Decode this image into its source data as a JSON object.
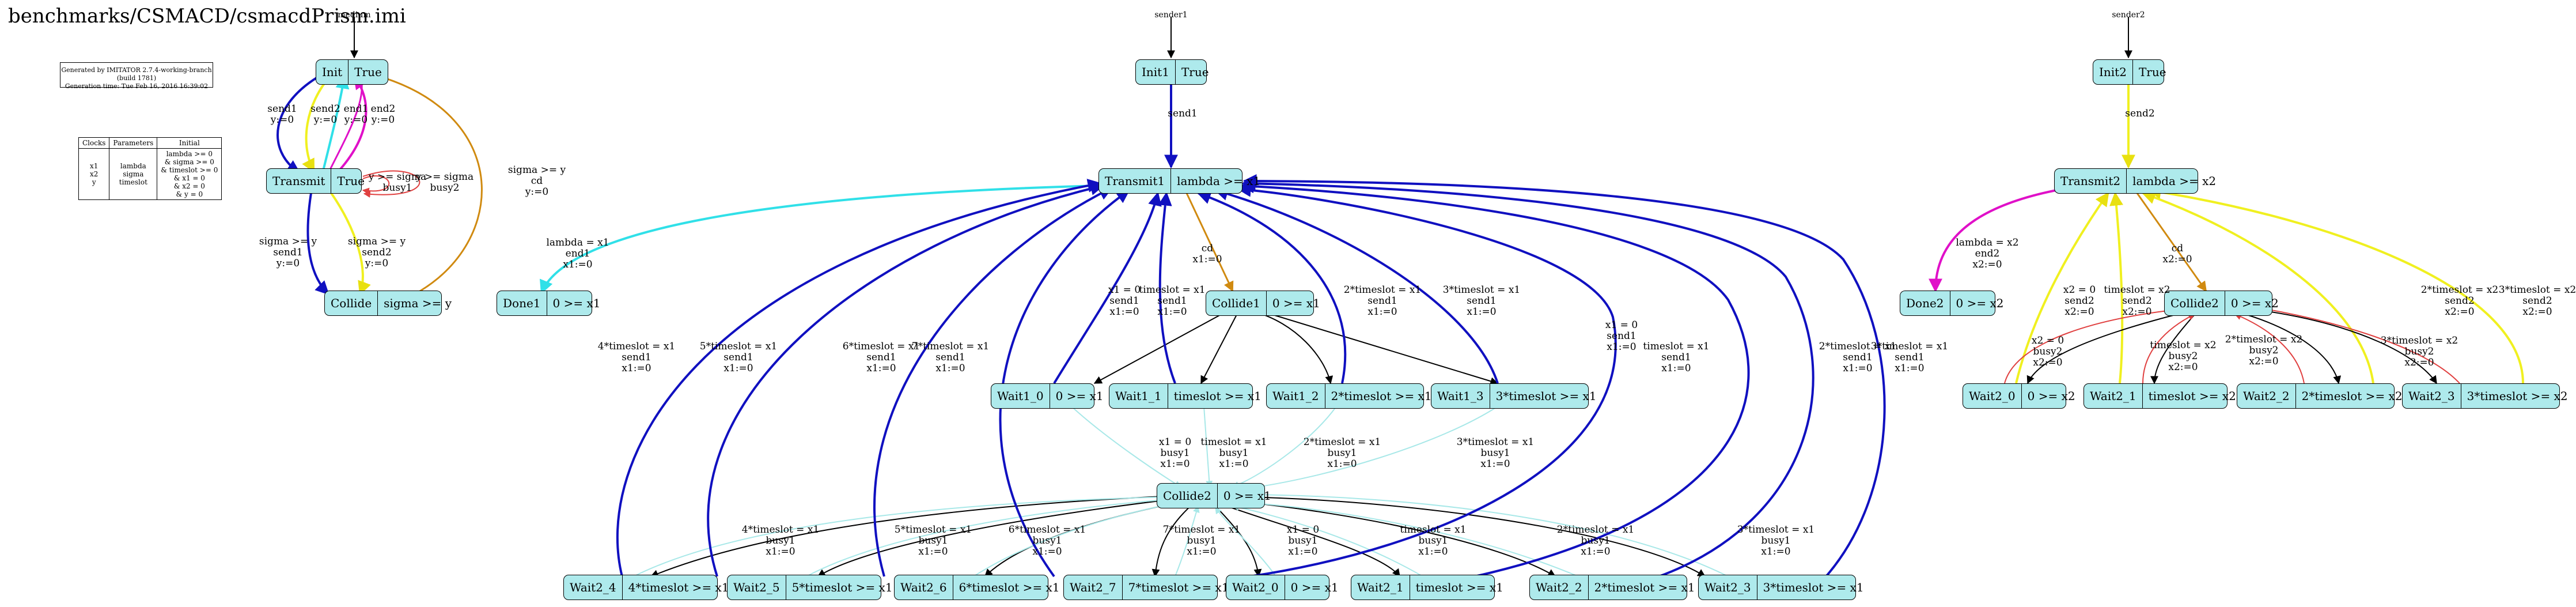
{
  "title": "benchmarks/CSMACD/csmacdPrism.imi",
  "generated": {
    "line1": "Generated by IMITATOR 2.7.4-working-branch (build 1781)",
    "line2": "Generation time: Tue Feb 16, 2016 16:39:02"
  },
  "vars_table": {
    "headers": [
      "Clocks",
      "Parameters",
      "Initial"
    ],
    "clocks": "x1\nx2\ny",
    "parameters": "lambda\nsigma\ntimeslot",
    "initial": "lambda >= 0\n& sigma >= 0\n& timeslot >= 0\n& x1 = 0\n& x2 = 0\n& y = 0"
  },
  "automata": [
    {
      "id": "medium",
      "label": "medium"
    },
    {
      "id": "sender1",
      "label": "sender1"
    },
    {
      "id": "sender2",
      "label": "sender2"
    }
  ],
  "states": [
    {
      "id": "m_init",
      "name": "Init",
      "inv": "True"
    },
    {
      "id": "m_transmit",
      "name": "Transmit",
      "inv": "True"
    },
    {
      "id": "m_collide",
      "name": "Collide",
      "inv": "sigma >= y"
    },
    {
      "id": "s1_init",
      "name": "Init1",
      "inv": "True"
    },
    {
      "id": "s1_transmit",
      "name": "Transmit1",
      "inv": "lambda >= x1"
    },
    {
      "id": "s1_done",
      "name": "Done1",
      "inv": "0 >= x1"
    },
    {
      "id": "s1_collide1",
      "name": "Collide1",
      "inv": "0 >= x1"
    },
    {
      "id": "s1_w1_0",
      "name": "Wait1_0",
      "inv": "0 >= x1"
    },
    {
      "id": "s1_w1_1",
      "name": "Wait1_1",
      "inv": "timeslot >= x1"
    },
    {
      "id": "s1_w1_2",
      "name": "Wait1_2",
      "inv": "2*timeslot >= x1"
    },
    {
      "id": "s1_w1_3",
      "name": "Wait1_3",
      "inv": "3*timeslot >= x1"
    },
    {
      "id": "s1_collide2",
      "name": "Collide2",
      "inv": "0 >= x1"
    },
    {
      "id": "s1_w2_4",
      "name": "Wait2_4",
      "inv": "4*timeslot >= x1"
    },
    {
      "id": "s1_w2_5",
      "name": "Wait2_5",
      "inv": "5*timeslot >= x1"
    },
    {
      "id": "s1_w2_6",
      "name": "Wait2_6",
      "inv": "6*timeslot >= x1"
    },
    {
      "id": "s1_w2_7",
      "name": "Wait2_7",
      "inv": "7*timeslot >= x1"
    },
    {
      "id": "s1_w2_0",
      "name": "Wait2_0",
      "inv": "0 >= x1"
    },
    {
      "id": "s1_w2_1",
      "name": "Wait2_1",
      "inv": "timeslot >= x1"
    },
    {
      "id": "s1_w2_2",
      "name": "Wait2_2",
      "inv": "2*timeslot >= x1"
    },
    {
      "id": "s1_w2_3",
      "name": "Wait2_3",
      "inv": "3*timeslot >= x1"
    },
    {
      "id": "s2_init",
      "name": "Init2",
      "inv": "True"
    },
    {
      "id": "s2_transmit",
      "name": "Transmit2",
      "inv": "lambda >= x2"
    },
    {
      "id": "s2_done",
      "name": "Done2",
      "inv": "0 >= x2"
    },
    {
      "id": "s2_collide2",
      "name": "Collide2",
      "inv": "0 >= x2"
    },
    {
      "id": "s2_w2_0",
      "name": "Wait2_0",
      "inv": "0 >= x2"
    },
    {
      "id": "s2_w2_1",
      "name": "Wait2_1",
      "inv": "timeslot >= x2"
    },
    {
      "id": "s2_w2_2",
      "name": "Wait2_2",
      "inv": "2*timeslot >= x2"
    },
    {
      "id": "s2_w2_3",
      "name": "Wait2_3",
      "inv": "3*timeslot >= x2"
    }
  ],
  "edge_labels": [
    {
      "id": "l_m1",
      "text": "send1\ny:=0"
    },
    {
      "id": "l_m2",
      "text": "send2\ny:=0"
    },
    {
      "id": "l_m3",
      "text": "end1\ny:=0"
    },
    {
      "id": "l_m4",
      "text": "end2\ny:=0"
    },
    {
      "id": "l_m5",
      "text": "y >= sigma\nbusy1"
    },
    {
      "id": "l_m6",
      "text": "y >= sigma\nbusy2"
    },
    {
      "id": "l_m7",
      "text": "sigma >= y\nsend1\ny:=0"
    },
    {
      "id": "l_m8",
      "text": "sigma >= y\nsend2\ny:=0"
    },
    {
      "id": "l_m9",
      "text": "sigma >= y\ncd\ny:=0"
    },
    {
      "id": "l_s1_send",
      "text": "send1"
    },
    {
      "id": "l_s1_end",
      "text": "lambda = x1\nend1\nx1:=0"
    },
    {
      "id": "l_s1_cd",
      "text": "cd\nx1:=0"
    },
    {
      "id": "l_s1_w10",
      "text": "x1 = 0\nsend1\nx1:=0"
    },
    {
      "id": "l_s1_w11",
      "text": "timeslot = x1\nsend1\nx1:=0"
    },
    {
      "id": "l_s1_w12",
      "text": "2*timeslot = x1\nsend1\nx1:=0"
    },
    {
      "id": "l_s1_w13",
      "text": "3*timeslot = x1\nsend1\nx1:=0"
    },
    {
      "id": "l_s1_b0",
      "text": "x1 = 0\nbusy1\nx1:=0"
    },
    {
      "id": "l_s1_b1",
      "text": "timeslot = x1\nbusy1\nx1:=0"
    },
    {
      "id": "l_s1_b2",
      "text": "2*timeslot = x1\nbusy1\nx1:=0"
    },
    {
      "id": "l_s1_b3",
      "text": "3*timeslot = x1\nbusy1\nx1:=0"
    },
    {
      "id": "l_s1_s4",
      "text": "4*timeslot = x1\nsend1\nx1:=0"
    },
    {
      "id": "l_s1_s5",
      "text": "5*timeslot = x1\nsend1\nx1:=0"
    },
    {
      "id": "l_s1_s6",
      "text": "6*timeslot = x1\nsend1\nx1:=0"
    },
    {
      "id": "l_s1_s7",
      "text": "7*timeslot = x1\nsend1\nx1:=0"
    },
    {
      "id": "l_s1_s0",
      "text": "x1 = 0\nsend1\nx1:=0"
    },
    {
      "id": "l_s1_s1",
      "text": "timeslot = x1\nsend1\nx1:=0"
    },
    {
      "id": "l_s1_s2",
      "text": "2*timeslot = x1\nsend1\nx1:=0"
    },
    {
      "id": "l_s1_s3",
      "text": "3*timeslot = x1\nsend1\nx1:=0"
    },
    {
      "id": "l_s1_bb4",
      "text": "4*timeslot = x1\nbusy1\nx1:=0"
    },
    {
      "id": "l_s1_bb5",
      "text": "5*timeslot = x1\nbusy1\nx1:=0"
    },
    {
      "id": "l_s1_bb6",
      "text": "6*timeslot = x1\nbusy1\nx1:=0"
    },
    {
      "id": "l_s1_bb7",
      "text": "7*timeslot = x1\nbusy1\nx1:=0"
    },
    {
      "id": "l_s1_bb0",
      "text": "x1 = 0\nbusy1\nx1:=0"
    },
    {
      "id": "l_s1_bb1",
      "text": "timeslot = x1\nbusy1\nx1:=0"
    },
    {
      "id": "l_s1_bb2",
      "text": "2*timeslot = x1\nbusy1\nx1:=0"
    },
    {
      "id": "l_s1_bb3",
      "text": "3*timeslot = x1\nbusy1\nx1:=0"
    },
    {
      "id": "l_s2_send",
      "text": "send2"
    },
    {
      "id": "l_s2_end",
      "text": "lambda = x2\nend2\nx2:=0"
    },
    {
      "id": "l_s2_cd",
      "text": "cd\nx2:=0"
    },
    {
      "id": "l_s2_s0",
      "text": "x2 = 0\nsend2\nx2:=0"
    },
    {
      "id": "l_s2_b0",
      "text": "x2 = 0\nbusy2\nx2:=0"
    },
    {
      "id": "l_s2_s1",
      "text": "timeslot = x2\nsend2\nx2:=0"
    },
    {
      "id": "l_s2_b1",
      "text": "timeslot = x2\nbusy2\nx2:=0"
    },
    {
      "id": "l_s2_b2",
      "text": "2*timeslot = x2\nbusy2\nx2:=0"
    },
    {
      "id": "l_s2_s2",
      "text": "2*timeslot = x2\nsend2\nx2:=0"
    },
    {
      "id": "l_s2_b3",
      "text": "3*timeslot = x2\nbusy2\nx2:=0"
    },
    {
      "id": "l_s2_s3",
      "text": "3*timeslot = x2\nsend2\nx2:=0"
    }
  ],
  "colors": {
    "state_fill": "#aeeaec",
    "blue": "#1010c0",
    "yellow": "#f0f020",
    "cyan": "#30e0e8",
    "magenta": "#e010c8",
    "orange": "#d08a10",
    "red": "#e04040",
    "light_cyan": "#a8e8e8",
    "black": "#000000"
  }
}
